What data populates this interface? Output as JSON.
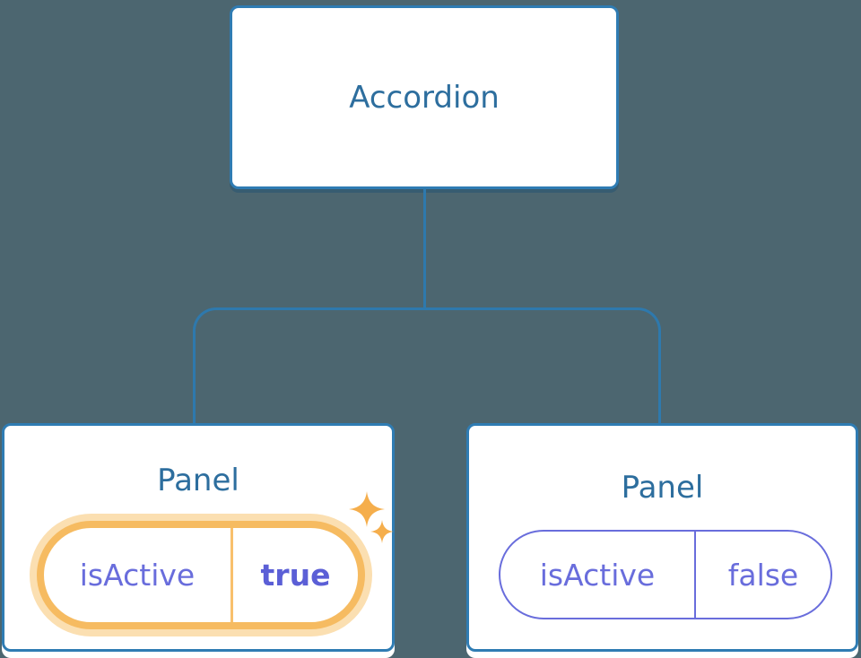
{
  "diagram": {
    "type": "component-tree",
    "root_node": {
      "label": "Accordion"
    },
    "panels": [
      {
        "label": "Panel",
        "state": {
          "name": "isActive",
          "value": "true"
        },
        "highlighted": true,
        "icons": [
          "sparkle-icon",
          "sparkle-icon"
        ]
      },
      {
        "label": "Panel",
        "state": {
          "name": "isActive",
          "value": "false"
        },
        "highlighted": false,
        "icons": []
      }
    ]
  },
  "colors": {
    "background": "#4C6670",
    "page_background": "#FFFFFF",
    "node_border": "#2F7CB3",
    "node_text": "#2D6E9E",
    "connector": "#2E79AD",
    "state_text": "#696DDC",
    "state_border": "#696DDC",
    "state_value_bold": "#5B5FD6",
    "highlight_border": "#F6BB61",
    "highlight_glow": "#FBDFB1",
    "highlight_divider": "#F8C06C",
    "sparkle": "#F5AE4C"
  }
}
